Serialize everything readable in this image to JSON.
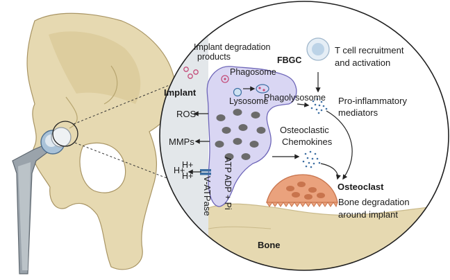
{
  "labels": {
    "fbgc": "FBGC",
    "implant": "Implant",
    "implant_degradation_line1": "Implant degradation",
    "implant_degradation_line2": "products",
    "phagosome": "Phagosome",
    "phagolysosome": "Phagolysosome",
    "lysosome": "Lysosome",
    "t_cell_line1": "T cell recruitment",
    "t_cell_line2": "and activation",
    "pro_inflammatory_line1": "Pro-inflammatory",
    "pro_inflammatory_line2": "mediators",
    "osteoclastic_line1": "Osteoclastic",
    "osteoclastic_line2": "Chemokines",
    "ros": "ROS",
    "mmps": "MMPs",
    "h_plus_1": "H+",
    "h_plus_2": "H+",
    "h_plus_3": "H+",
    "atp_reaction": "ATP  ADP + Pi",
    "v_atpase": "V-ATPase",
    "osteoclast": "Osteoclast",
    "bone_degradation_line1": "Bone degradation",
    "bone_degradation_line2": "around implant",
    "bone": "Bone"
  },
  "colors": {
    "bone_fill": "#e6d9b1",
    "bone_dark": "#c9b98a",
    "implant_zone": "#e3e7ea",
    "cell_fill": "#d9d6f3",
    "cell_stroke": "#6e66b8",
    "nucleus": "#6b6b6b",
    "osteoclast": "#eaa27d",
    "osteoclast_dark": "#c8744d",
    "t_cell": "#cfe3f2",
    "vesicle": "#c44d7a",
    "dots": "#3d6fa3",
    "arrow": "#222222"
  },
  "icons": [
    "pelvis-bone-icon",
    "hip-implant-icon",
    "t-cell-icon",
    "osteoclast-icon",
    "v-atpase-pump-icon"
  ]
}
